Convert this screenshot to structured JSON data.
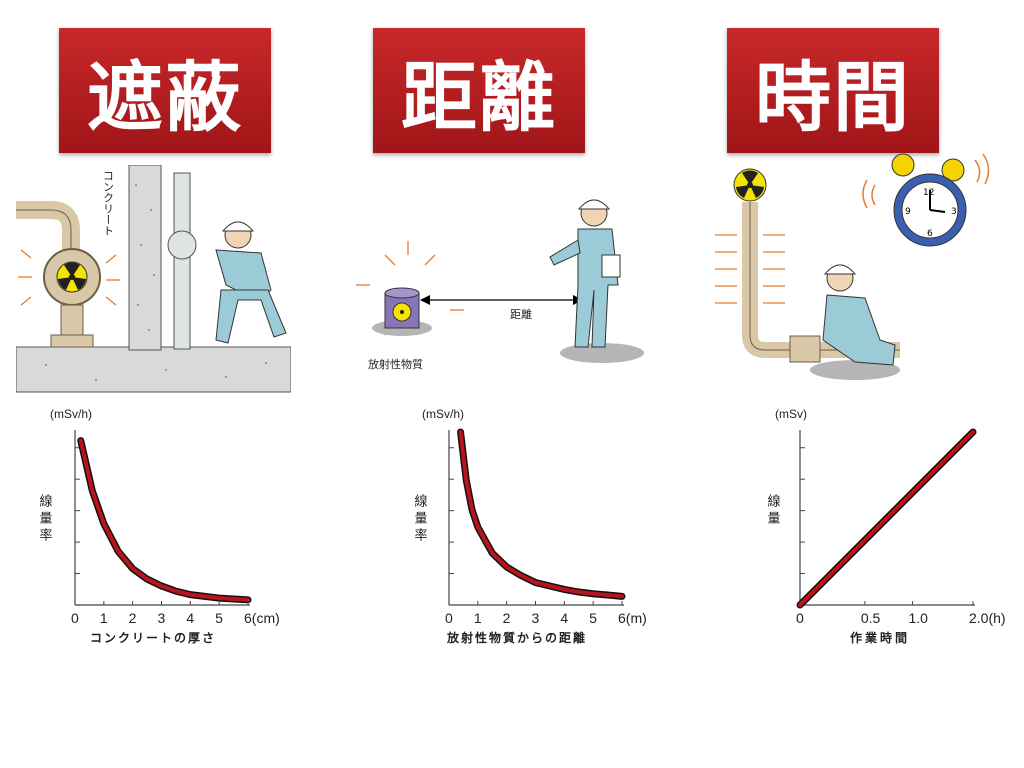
{
  "banners": {
    "shielding": "遮蔽",
    "distance": "距離",
    "time": "時間"
  },
  "illustrations": {
    "concrete_label": "コンクリート",
    "distance_label": "距離",
    "source_label": "放射性物質",
    "clock_numbers": [
      "12",
      "3",
      "6",
      "9"
    ],
    "radiation_icon": "radiation-trefoil-icon",
    "clock_icon": "alarm-clock-icon"
  },
  "colors": {
    "banner": "#b01c1f",
    "curve": "#b8141c",
    "radiation": "#f5e400"
  },
  "chart_data": [
    {
      "type": "line",
      "unit": "(mSv/h)",
      "ylabel": "線量率",
      "xlabel": "コンクリートの厚さ",
      "x_ticks": [
        "0",
        "1",
        "2",
        "3",
        "4",
        "5",
        "6(cm)"
      ],
      "xlim": [
        0,
        6
      ],
      "ylim": [
        0,
        1
      ],
      "x": [
        0.2,
        0.6,
        1,
        1.5,
        2,
        2.5,
        3,
        3.5,
        4,
        4.5,
        5,
        5.5,
        6
      ],
      "y": [
        0.95,
        0.66,
        0.47,
        0.31,
        0.21,
        0.15,
        0.11,
        0.08,
        0.06,
        0.05,
        0.04,
        0.035,
        0.03
      ]
    },
    {
      "type": "line",
      "unit": "(mSv/h)",
      "ylabel": "線量率",
      "xlabel": "放射性物質からの距離",
      "x_ticks": [
        "0",
        "1",
        "2",
        "3",
        "4",
        "5",
        "6(m)"
      ],
      "xlim": [
        0,
        6
      ],
      "ylim": [
        0,
        1
      ],
      "x": [
        0.4,
        0.6,
        0.8,
        1,
        1.5,
        2,
        2.5,
        3,
        3.5,
        4,
        4.5,
        5,
        5.5,
        6
      ],
      "y": [
        1.0,
        0.72,
        0.55,
        0.45,
        0.3,
        0.22,
        0.17,
        0.13,
        0.11,
        0.09,
        0.075,
        0.065,
        0.058,
        0.05
      ]
    },
    {
      "type": "line",
      "unit": "(mSv)",
      "ylabel": "線量",
      "xlabel": "作業時間",
      "x_ticks": [
        "0",
        "0.5",
        "1.0",
        "2.0(h)"
      ],
      "x_tick_values": [
        0,
        0.75,
        1.3,
        2.0
      ],
      "xlim": [
        0,
        2.0
      ],
      "ylim": [
        0,
        1
      ],
      "x": [
        0,
        2.0
      ],
      "y": [
        0,
        1.0
      ]
    }
  ]
}
